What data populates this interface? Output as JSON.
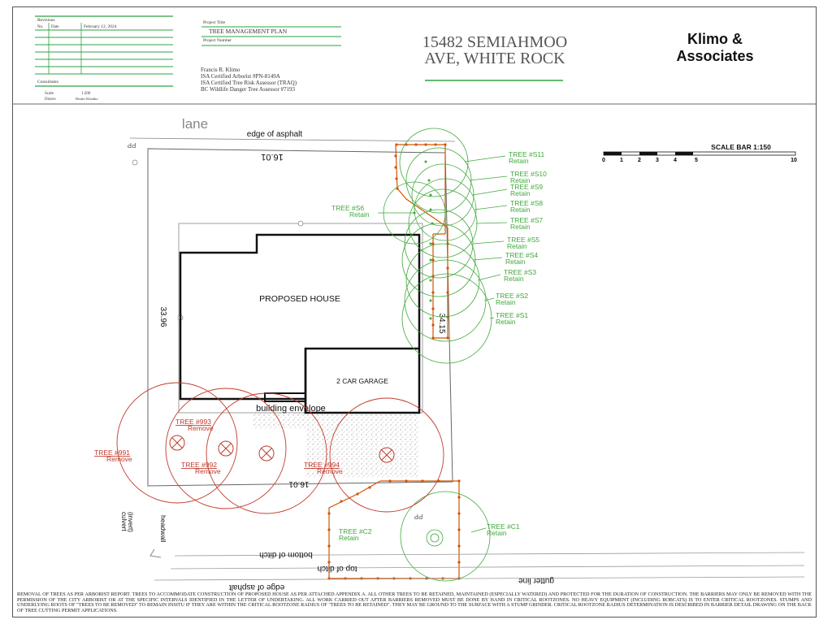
{
  "title_block": {
    "revisions_label": "Revisions",
    "no_label": "No.",
    "date_label": "Date",
    "date_value": "February 12, 2024",
    "consultants_label": "Consultants",
    "scale_label": "Scale",
    "scale_value": "1:200",
    "drawn_label": "Drawn",
    "drawn_value": "Dmitri Khonko",
    "project_title_label": "Project Title",
    "project_title": "TREE MANAGEMENT PLAN",
    "project_number_label": "Project Number",
    "arborist_lines": [
      "Francis R. Klimo",
      "ISA Certified Arborist #PN-8149A",
      "ISA Certified Tree Risk Assessor (TRAQ)",
      "BC Wildlife Danger Tree Assessor #7193"
    ],
    "address_line1": "15482 SEMIAHMOO",
    "address_line2": "AVE, WHITE ROCK",
    "company_line1": "Klimo &",
    "company_line2": "Associates"
  },
  "scale_bar": {
    "label": "SCALE BAR 1:150",
    "ticks": [
      "0",
      "1",
      "2",
      "3",
      "4",
      "5",
      "10"
    ]
  },
  "plan": {
    "lane": "lane",
    "edge_top": "edge of asphalt",
    "edge_bottom": "edge of asphalt",
    "pp_top": "PP",
    "pp_bottom": "PP",
    "dim_top": "16.01",
    "dim_bottom": "16.01",
    "dim_left": "33.96",
    "dim_right": "34.15",
    "house": "PROPOSED HOUSE",
    "garage": "2 CAR GARAGE",
    "envelope": "building envelope",
    "headwall": "headwall",
    "culvert": "culvert",
    "invert": "(invert)",
    "bottom_ditch": "bottom of ditch",
    "top_ditch": "top of ditch",
    "gutter": "gutter line"
  },
  "trees_retain": [
    {
      "name": "TREE #S11",
      "status": "Retain"
    },
    {
      "name": "TREE #S10",
      "status": "Retain"
    },
    {
      "name": "TREE #S9",
      "status": "Retain"
    },
    {
      "name": "TREE #S8",
      "status": "Retain"
    },
    {
      "name": "TREE #S7",
      "status": "Retain"
    },
    {
      "name": "TREE #S6",
      "status": "Retain"
    },
    {
      "name": "TREE #S5",
      "status": "Retain"
    },
    {
      "name": "TREE #S4",
      "status": "Retain"
    },
    {
      "name": "TREE #S3",
      "status": "Retain"
    },
    {
      "name": "TREE #S2",
      "status": "Retain"
    },
    {
      "name": "TREE #S1",
      "status": "Retain"
    },
    {
      "name": "TREE #C1",
      "status": "Retain"
    },
    {
      "name": "TREE #C2",
      "status": "Retain"
    }
  ],
  "trees_remove": [
    {
      "name": "TREE #993",
      "status": "Remove"
    },
    {
      "name": "TREE #991",
      "status": "Remove"
    },
    {
      "name": "TREE #992",
      "status": "Remove"
    },
    {
      "name": "TREE #994",
      "status": "Remove"
    }
  ],
  "colors": {
    "retain": "#3fa83a",
    "remove": "#c0392b",
    "barrier": "#d35400",
    "title_rule": "#2ea043"
  },
  "notes": "REMOVAL OF TREES AS PER ARBORIST REPORT. TREES TO ACCOMMODATE CONSTRUCTION OF PROPOSED HOUSE AS PER ATTACHED APPENDIX A. ALL OTHER TREES TO BE RETAINED, MAINTAINED (ESPECIALLY WATERED) AND PROTECTED FOR THE DURATION OF CONSTRUCTION. THE BARRIERS MAY ONLY BE REMOVED WITH THE PERMISSION OF THE CITY ARBORIST OR AT THE SPECIFIC INTERVALS IDENTIFIED IN THE LETTER OF UNDERTAKING. ALL WORK CARRIED OUT AFTER BARRIERS REMOVED MUST BE DONE BY HAND IN CRITICAL ROOTZONES. NO HEAVY EQUIPMENT (INCLUDING BOBCATS) IS TO ENTER CRITICAL ROOTZONES. STUMPS AND UNDERLYING ROOTS OF \"TREES TO BE REMOVED\" TO REMAIN INSITU IF THEY ARE WITHIN THE CRITICAL ROOTZONE RADIUS OF \"TREES TO BE RETAINED\". THEY MAY BE GROUND TO THE SURFACE WITH A STUMP GRINDER. CRITICAL ROOTZONE RADIUS DETERMINATION IS DESCRIBED IN BARRIER DETAIL DRAWING ON THE BACK OF TREE CUTTING PERMIT APPLICATIONS."
}
